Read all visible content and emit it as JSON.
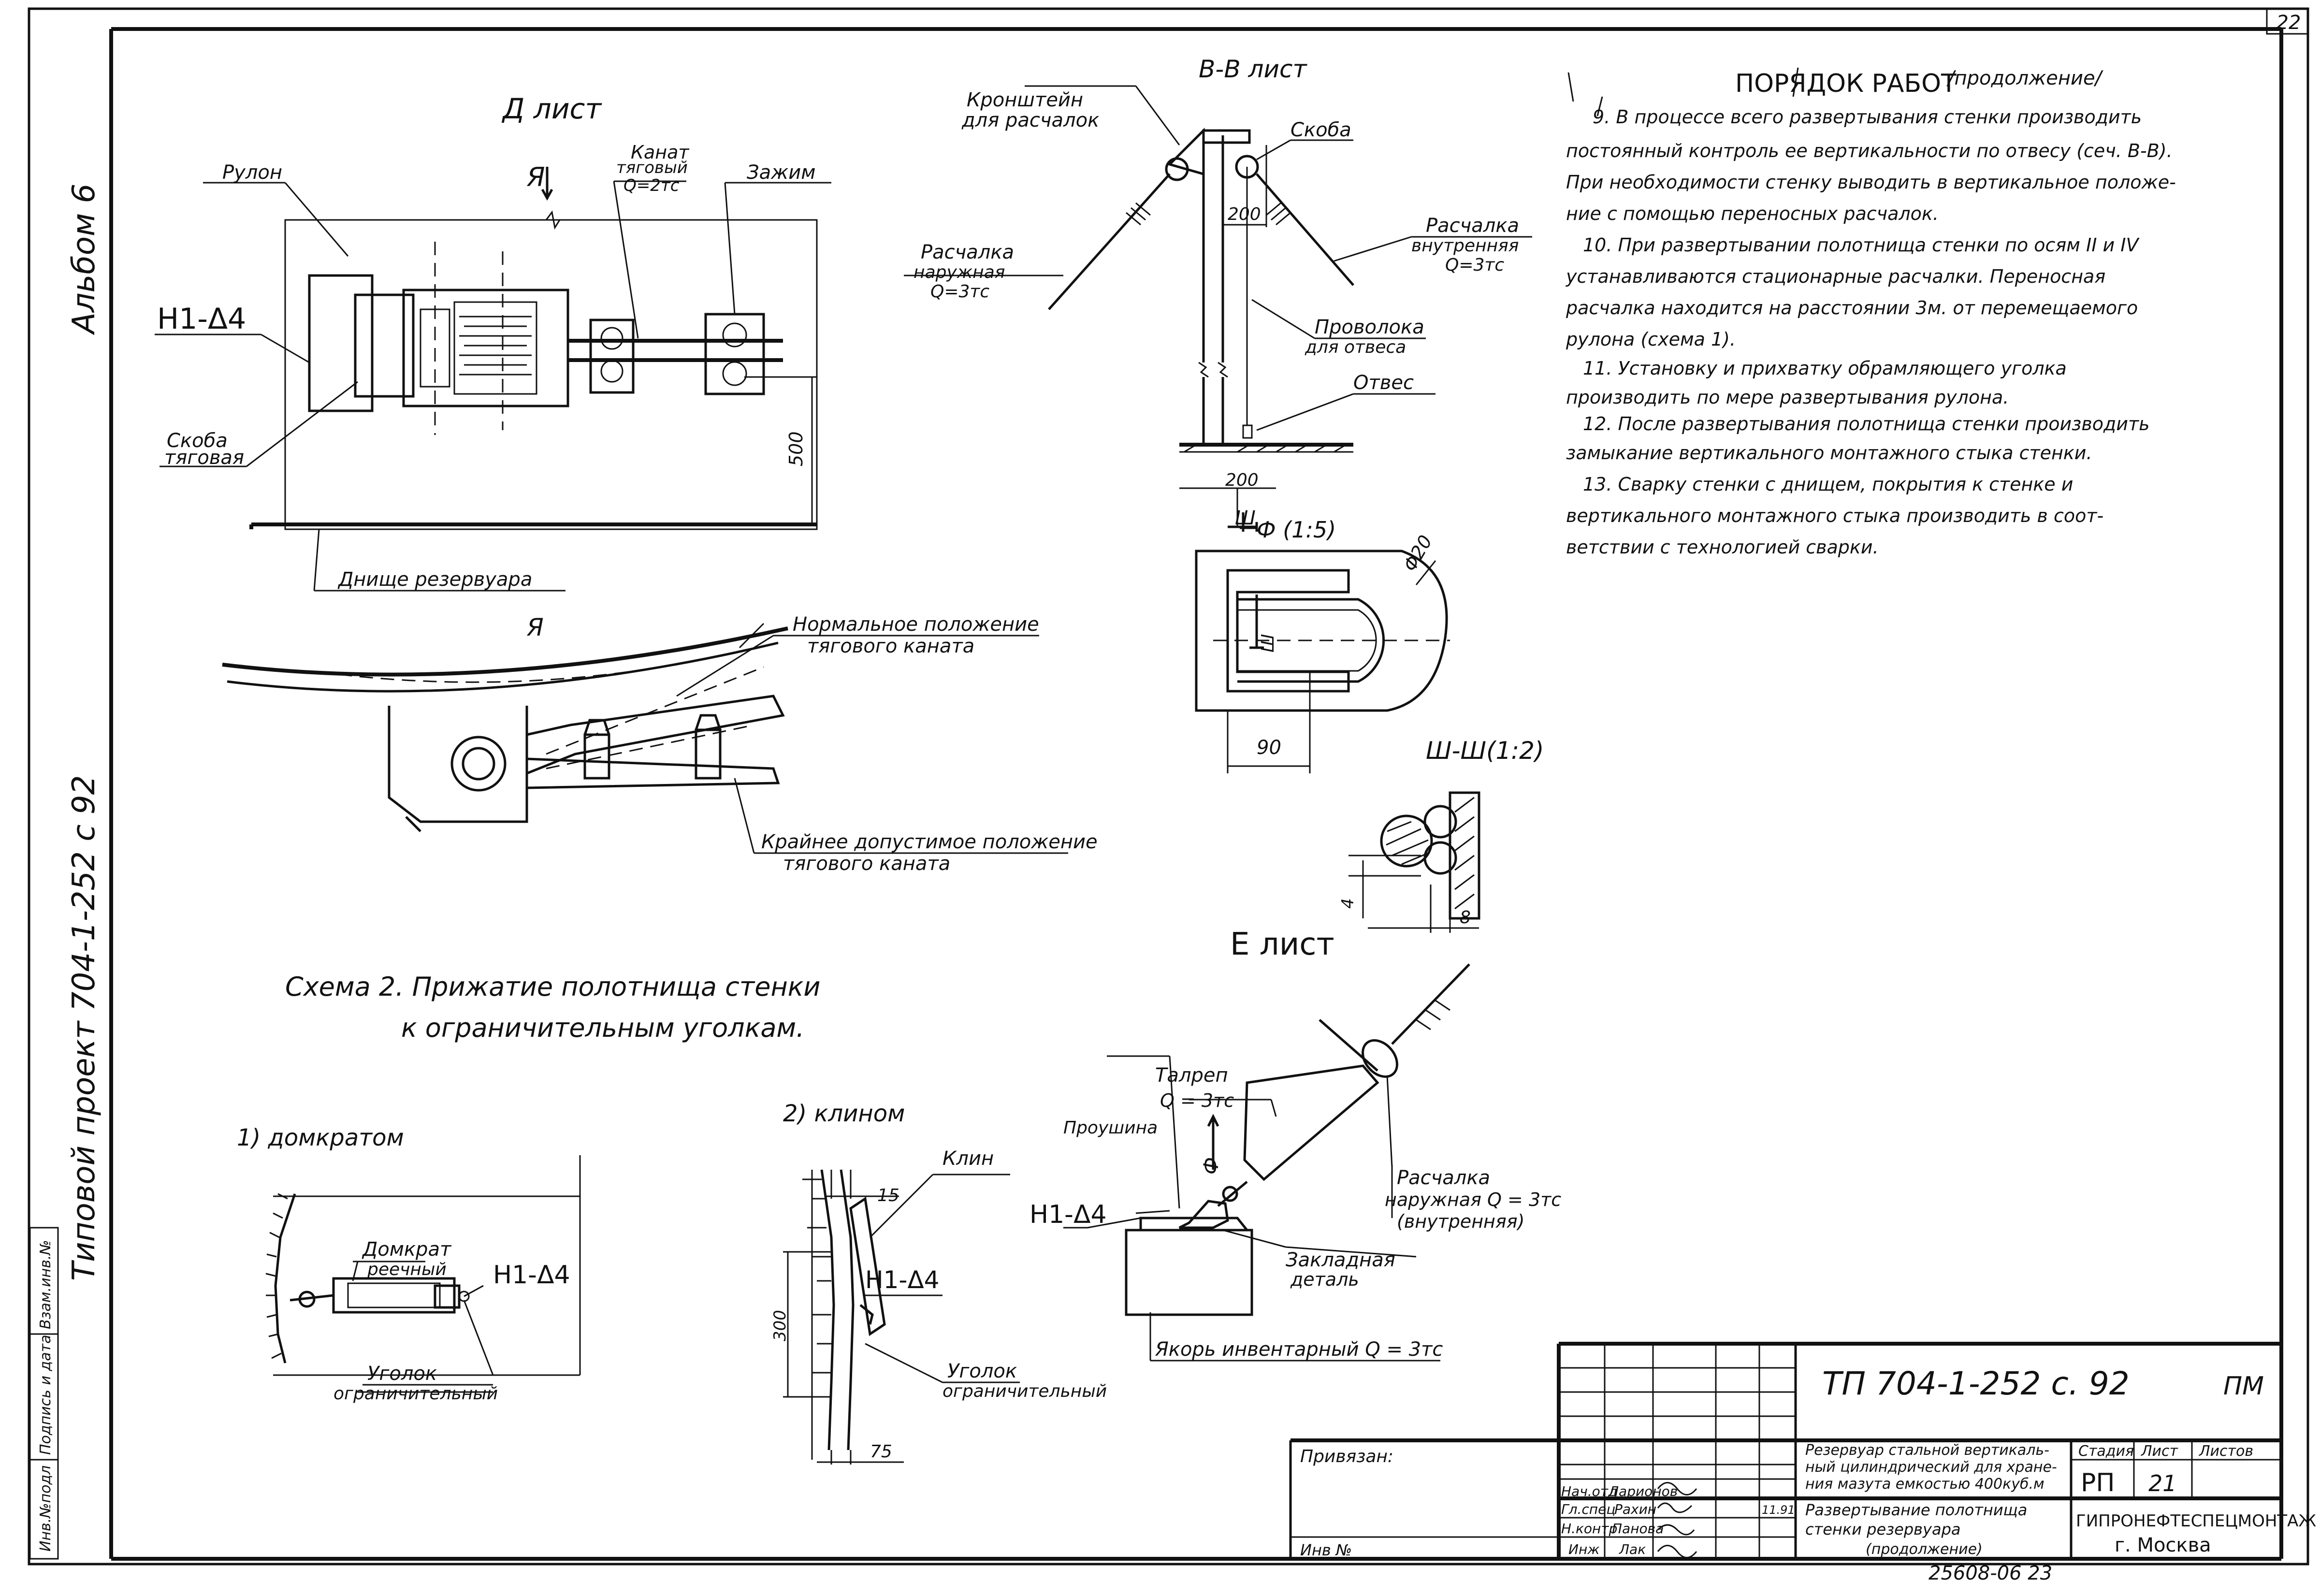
{
  "page_number": "22",
  "album": "Альбом 6",
  "project": "Типовой проект 704-1-252 с 92",
  "sideblock": [
    "Инв.№подл",
    "Подпись и дата",
    "Взам.инв.№"
  ],
  "views": {
    "d_title": "Д лист",
    "d_arrow": "Я",
    "d_rulon": "Рулон",
    "d_kanat": "Канат",
    "d_kanat2": "тяговый",
    "d_kanat3": "Q=2тс",
    "d_zazhim": "Зажим",
    "d_h1": "Н1-Δ4",
    "d_skoba": "Скоба",
    "d_skoba2": "тяговая",
    "d_500": "500",
    "d_dnische": "Днище резервуара",
    "ya_title": "Я",
    "ya_norm1": "Нормальное положение",
    "ya_norm2": "тягового каната",
    "ya_kr1": "Крайнее допустимое положение",
    "ya_kr2": "тягового каната",
    "bb_title": "В-В лист",
    "bb_kron1": "Кронштейн",
    "bb_kron2": "для расчалок",
    "bb_skoba": "Скоба",
    "bb_200a": "200",
    "bb_rn1": "Расчалка",
    "bb_rn2": "наружная",
    "bb_rn3": "Q=3тс",
    "bb_rv1": "Расчалка",
    "bb_rv2": "внутренняя",
    "bb_rv3": "Q=3тс",
    "bb_pr1": "Проволока",
    "bb_pr2": "для отвеса",
    "bb_otves": "Отвес",
    "bb_200b": "200",
    "bb_sh": "Ш",
    "f_title": "Ф (1:5)",
    "f_d20": "Φ20",
    "f_90": "90",
    "f_sh": "Ш",
    "sh_title": "Ш-Ш(1:2)",
    "sh_4": "4",
    "sh_8": "8",
    "e_title": "Е лист",
    "e_talrep": "Талреп",
    "e_talrep2": "Q = 3тс",
    "e_prou": "Проушина",
    "e_f": "Ф",
    "e_h1": "Н1-Δ4",
    "e_rasch1": "Расчалка",
    "e_rasch2": "наружная Q = 3тс",
    "e_rasch3": "(внутренняя)",
    "e_zakl1": "Закладная",
    "e_zakl2": "деталь",
    "e_yakor": "Якорь инвентарный Q = 3тс",
    "scheme1": "Схема 2. Прижатие полотнища стенки",
    "scheme2": "к ограничительным уголкам.",
    "s1_title": "1) домкратом",
    "s1_domkrat1": "Домкрат",
    "s1_domkrat2": "реечный",
    "s1_h1": "Н1-Δ4",
    "s1_ugol1": "Уголок",
    "s1_ugol2": "ограничительный",
    "s2_title": "2) клином",
    "s2_klin": "Клин",
    "s2_15": "15",
    "s2_h1": "Н1-Δ4",
    "s2_300": "300",
    "s2_ugol1": "Уголок",
    "s2_ugol2": "ограничительный",
    "s2_75": "75"
  },
  "notes": {
    "title": "ПОРЯДОК РАБОТ",
    "title_suffix": "/продолжение/",
    "lines": [
      "9.  В процессе всего развертывания стенки производить",
      "постоянный контроль ее вертикальности по отвесу (сеч. В-В).",
      "При необходимости стенку выводить в вертикальное положе-",
      "ние с помощью переносных расчалок.",
      "10.  При развертывании полотнища стенки по осям II и IV",
      "устанавливаются стационарные расчалки. Переносная",
      "расчалка находится на расстоянии 3м. от перемещаемого",
      "рулона  (схема 1).",
      "11.  Установку и прихватку обрамляющего уголка",
      "производить по мере развертывания рулона.",
      "12.  После развертывания полотнища стенки производить",
      "замыкание вертикального монтажного стыка стенки.",
      "13.  Сварку стенки с днищем, покрытия к стенке и",
      "вертикального монтажного стыка производить в соот-",
      "ветствии с технологией сварки."
    ]
  },
  "title_block": {
    "doc_code": "ТП 704-1-252 с. 92",
    "doc_mark": "ПМ",
    "privyazan": "Привязан:",
    "inv_label": "Инв №",
    "object_desc": [
      "Резервуар стальной вертикаль-",
      "ный цилиндрический для хране-",
      "ния мазута емкостью 400куб.м"
    ],
    "stage_label": "Стадия",
    "sheet_label": "Лист",
    "sheets_label": "Листов",
    "stage_value": "РП",
    "sheet_value": "21",
    "drawing_title": [
      "Развертывание полотнища",
      "стенки резервуара",
      "(продолжение)"
    ],
    "org": [
      "ГИПРОНЕФТЕСПЕЦМОНТАЖ",
      "г. Москва"
    ],
    "roles": [
      "Нач.отд",
      "Гл.спец",
      "Н.контр",
      "Инж"
    ],
    "names": [
      "Ларионов",
      "Рахин",
      "Панова",
      "Лак"
    ],
    "date": "11.91",
    "archive_no": "25608-06  23"
  }
}
